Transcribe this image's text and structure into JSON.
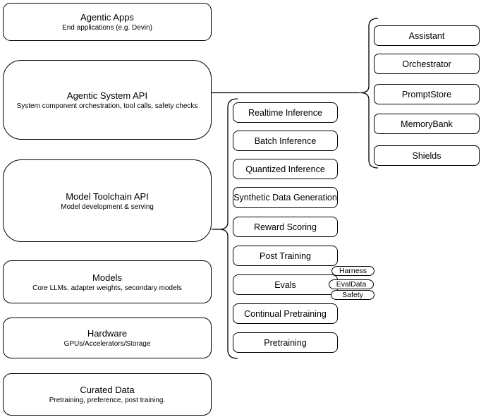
{
  "left_stack": [
    {
      "title": "Agentic Apps",
      "subtitle": "End applications (e.g. Devin)"
    },
    {
      "title": "Agentic System API",
      "subtitle": "System component orchestration, tool calls, safety checks"
    },
    {
      "title": "Model Toolchain API",
      "subtitle": "Model development & serving"
    },
    {
      "title": "Models",
      "subtitle": "Core LLMs, adapter weights, secondary models"
    },
    {
      "title": "Hardware",
      "subtitle": "GPUs/Accelerators/Storage"
    },
    {
      "title": "Curated Data",
      "subtitle": "Pretraining, preference, post training."
    }
  ],
  "toolchain_group": [
    "Realtime Inference",
    "Batch Inference",
    "Quantized Inference",
    "Synthetic Data Generation",
    "Reward Scoring",
    "Post Training",
    "Evals",
    "Continual Pretraining",
    "Pretraining"
  ],
  "evals_tags": [
    "Harness",
    "EvalData",
    "Safety"
  ],
  "system_group": [
    "Assistant",
    "Orchestrator",
    "PromptStore",
    "MemoryBank",
    "Shields"
  ],
  "colors": {
    "stroke": "#000000",
    "fill": "#ffffff",
    "text": "#000000"
  }
}
